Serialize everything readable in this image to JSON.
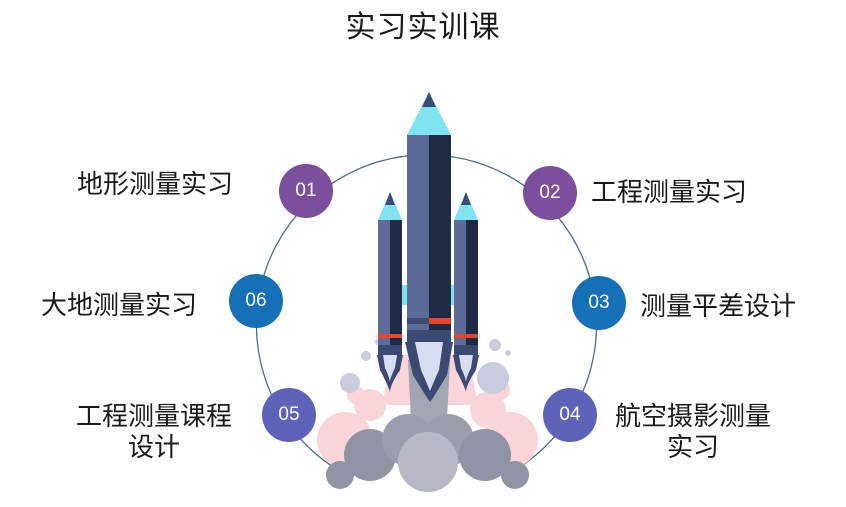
{
  "title": "实习实训课",
  "items": [
    {
      "number": "01",
      "label": "地形测量实习",
      "color": "#7B4E9E"
    },
    {
      "number": "02",
      "label": "工程测量实习",
      "color": "#7B4E9E"
    },
    {
      "number": "03",
      "label": "测量平差设计",
      "color": "#1570B8"
    },
    {
      "number": "04",
      "label_line1": "航空摄影测量",
      "label_line2": "实习",
      "color": "#5C63B8"
    },
    {
      "number": "05",
      "label_line1": "工程测量课程",
      "label_line2": "设计",
      "color": "#5C63B8"
    },
    {
      "number": "06",
      "label": "大地测量实习",
      "color": "#1570B8"
    }
  ],
  "decoration": {
    "icon": "rocket-icon",
    "ring_color": "#4A6C8C"
  }
}
